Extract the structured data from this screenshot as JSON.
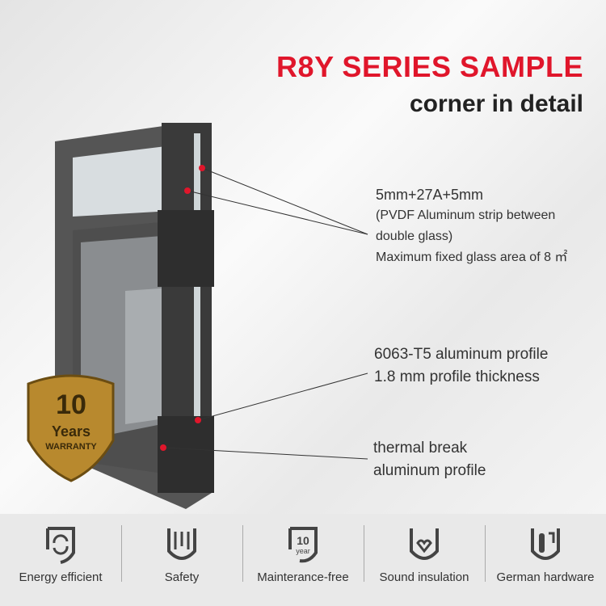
{
  "header": {
    "title": "R8Y SERIES SAMPLE",
    "subtitle": "corner in detail"
  },
  "callouts": {
    "glass": [
      "5mm+27A+5mm",
      "(PVDF Aluminum strip between",
      "double glass)",
      "Maximum fixed glass area of 8 ㎡"
    ],
    "profile": [
      "6063-T5 aluminum profile",
      "1.8 mm profile thickness"
    ],
    "thermal": [
      "thermal break",
      "aluminum profile"
    ]
  },
  "badge": {
    "number": "10",
    "line1": "Years",
    "line2": "WARRANTY"
  },
  "features": [
    {
      "label": "Energy efficient",
      "icon": "energy-icon"
    },
    {
      "label": "Safety",
      "icon": "safety-icon"
    },
    {
      "label": "Mainterance-free",
      "icon": "ten-year-icon",
      "icon_text": "10",
      "icon_sub": "year"
    },
    {
      "label": "Sound insulation",
      "icon": "sound-icon"
    },
    {
      "label": "German hardware",
      "icon": "hardware-icon"
    }
  ],
  "colors": {
    "accent": "#e0162b",
    "frame": "#4a4a4a",
    "gold": "#b8892e"
  }
}
